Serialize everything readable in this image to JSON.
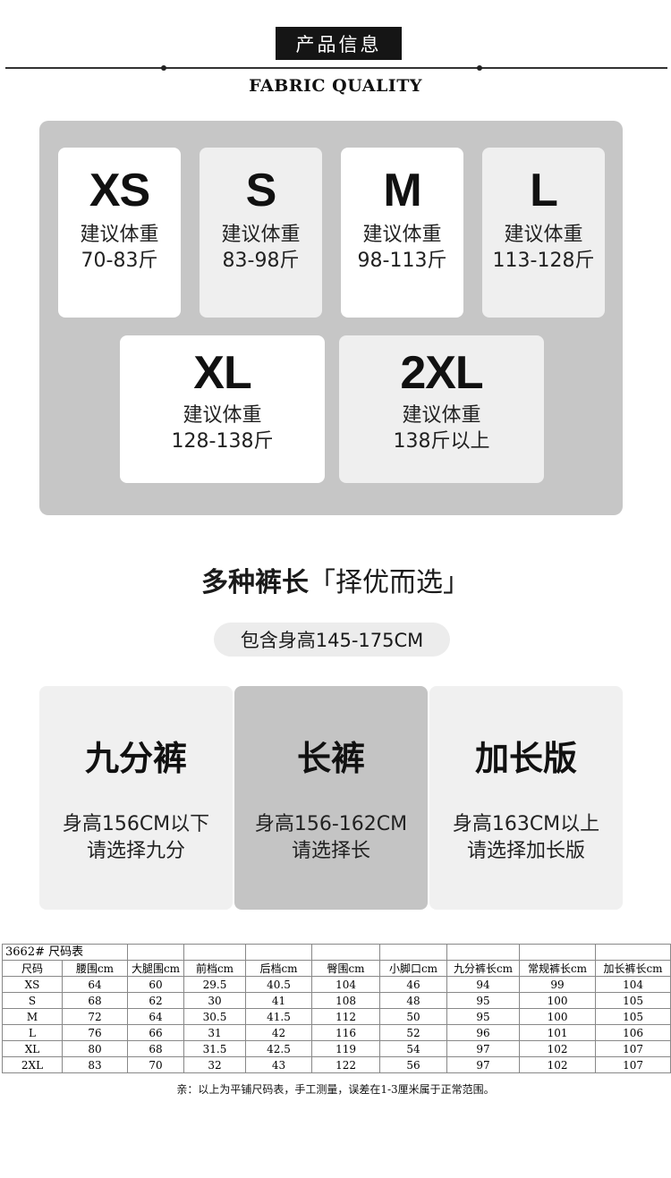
{
  "header": {
    "title": "产品信息",
    "subtitle": "FABRIC QUALITY"
  },
  "weights": [
    {
      "size": "XS",
      "label": "建议体重",
      "range": "70-83斤"
    },
    {
      "size": "S",
      "label": "建议体重",
      "range": "83-98斤"
    },
    {
      "size": "M",
      "label": "建议体重",
      "range": "98-113斤"
    },
    {
      "size": "L",
      "label": "建议体重",
      "range": "113-128斤"
    },
    {
      "size": "XL",
      "label": "建议体重",
      "range": "128-138斤"
    },
    {
      "size": "2XL",
      "label": "建议体重",
      "range": "138斤以上"
    }
  ],
  "length_section": {
    "title_main": "多种裤长",
    "title_quote": "「择优而选」",
    "height_range": "包含身高145-175CM",
    "options": [
      {
        "name": "九分裤",
        "line1": "身高156CM以下",
        "line2": "请选择九分"
      },
      {
        "name": "长裤",
        "line1": "身高156-162CM",
        "line2": "请选择长"
      },
      {
        "name": "加长版",
        "line1": "身高163CM以上",
        "line2": "请选择加长版"
      }
    ]
  },
  "size_table": {
    "caption": "3662# 尺码表",
    "headers": [
      "尺码",
      "腰围cm",
      "大腿围cm",
      "前档cm",
      "后档cm",
      "臀围cm",
      "小脚口cm",
      "九分裤长cm",
      "常规裤长cm",
      "加长裤长cm"
    ],
    "rows": [
      [
        "XS",
        "64",
        "60",
        "29.5",
        "40.5",
        "104",
        "46",
        "94",
        "99",
        "104"
      ],
      [
        "S",
        "68",
        "62",
        "30",
        "41",
        "108",
        "48",
        "95",
        "100",
        "105"
      ],
      [
        "M",
        "72",
        "64",
        "30.5",
        "41.5",
        "112",
        "50",
        "95",
        "100",
        "105"
      ],
      [
        "L",
        "76",
        "66",
        "31",
        "42",
        "116",
        "52",
        "96",
        "101",
        "106"
      ],
      [
        "XL",
        "80",
        "68",
        "31.5",
        "42.5",
        "119",
        "54",
        "97",
        "102",
        "107"
      ],
      [
        "2XL",
        "83",
        "70",
        "32",
        "43",
        "122",
        "56",
        "97",
        "102",
        "107"
      ]
    ],
    "note": "亲：以上为平铺尺码表，手工测量，误差在1-3厘米属于正常范围。"
  }
}
